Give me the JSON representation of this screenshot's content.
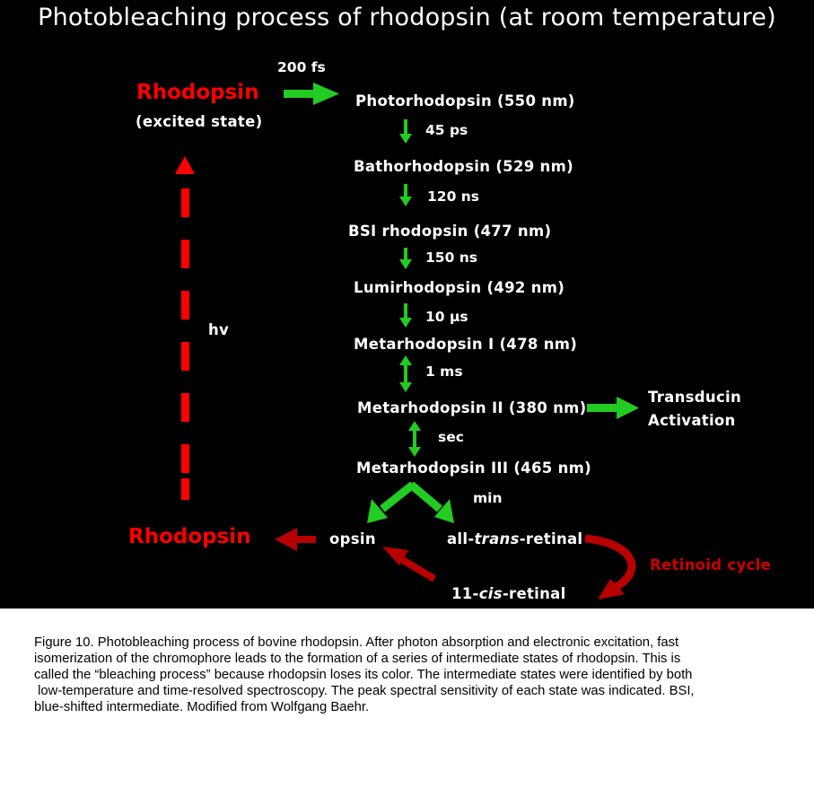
{
  "title": "Photobleaching process of rhodopsin (at room temperature)",
  "colors": {
    "background": "#000000",
    "flow_arrow": "#22cc22",
    "dashed_arrow": "#ff0000",
    "return_arrow": "#b80000",
    "retinoid_cycle": "#cc0000"
  },
  "nodes": {
    "rhodopsin_excited": "Rhodopsin",
    "excited_state": "(excited state)",
    "photorhodopsin": "Photorhodopsin  (550 nm)",
    "bathorhodopsin": "Bathorhodopsin  (529 nm)",
    "bsi_rhodopsin": "BSI rhodopsin (477 nm)",
    "lumirhodopsin": "Lumirhodopsin  (492 nm)",
    "metarhodopsin_1": "Metarhodopsin I  (478 nm)",
    "metarhodopsin_2": "Metarhodopsin II (380 nm)",
    "metarhodopsin_3": "Metarhodopsin III (465 nm)",
    "transducin_line1": "Transducin",
    "transducin_line2": "Activation",
    "opsin": "opsin",
    "all_trans_prefix": "all-",
    "all_trans_italic": "trans",
    "all_trans_suffix": "-retinal",
    "cis_prefix": "11-",
    "cis_italic": "cis",
    "cis_suffix": "-retinal",
    "rhodopsin_ground": "Rhodopsin",
    "retinoid_cycle": "Retinoid cycle",
    "hv": "hv"
  },
  "times": {
    "t1": "200 fs",
    "t2": "45 ps",
    "t3": "120 ns",
    "t4": "150 ns",
    "t5": "10 µs",
    "t6": "1 ms",
    "t7": "sec",
    "t8": "min"
  },
  "caption": [
    "Figure 10. Photobleaching process of bovine rhodopsin. After photon absorption and electronic excitation, fast",
    "isomerization of the chromophore leads to the formation of a series of intermediate states of rhodopsin. This is",
    "called the “bleaching process” because rhodopsin loses its color. The intermediate states were identified by both",
    " low-temperature and time-resolved spectroscopy. The peak spectral sensitivity of each state was indicated. BSI,",
    "blue-shifted intermediate. Modified from Wolfgang Baehr."
  ]
}
